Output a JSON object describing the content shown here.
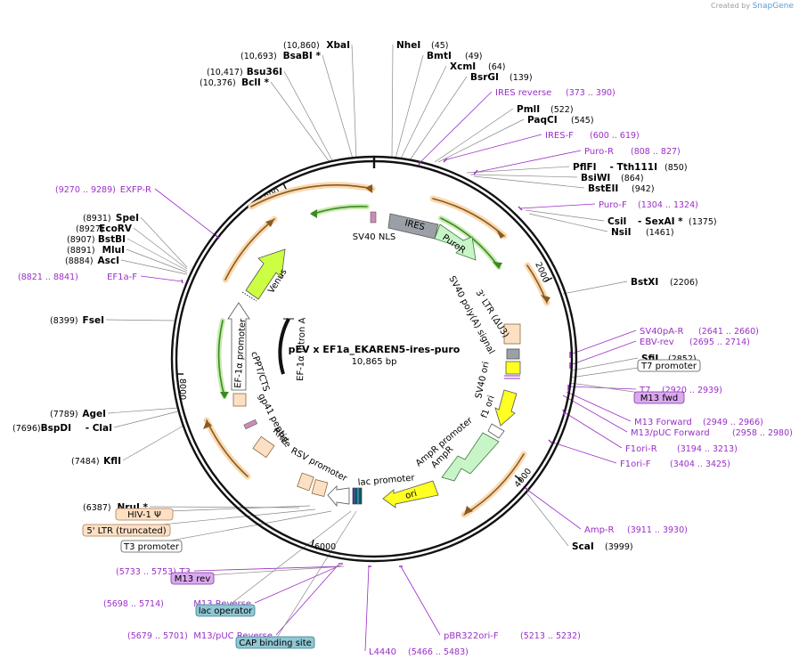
{
  "credit": {
    "prefix": "Created by",
    "brand": "SnapGene"
  },
  "plasmid": {
    "name": "pEV x EF1a_EKAREN5-ires-puro",
    "size": "10,865 bp"
  },
  "ticks": [
    "2000",
    "4000",
    "6000",
    "8000",
    "10,000"
  ],
  "sites_right": [
    {
      "name": "NheI",
      "pos": "(45)"
    },
    {
      "name": "BmtI",
      "pos": "(49)"
    },
    {
      "name": "XcmI",
      "pos": "(64)"
    },
    {
      "name": "BsrGI",
      "pos": "(139)"
    },
    {
      "name": "PmlI",
      "pos": "(522)"
    },
    {
      "name": "PaqCI",
      "pos": "(545)"
    },
    {
      "name": "PflFI",
      "name2": "- Tth111I",
      "pos": "(850)"
    },
    {
      "name": "BsiWI",
      "pos": "(864)"
    },
    {
      "name": "BstEII",
      "pos": "(942)"
    },
    {
      "name": "CsiI",
      "name2": "- SexAI *",
      "pos": "(1375)"
    },
    {
      "name": "NsiI",
      "pos": "(1461)"
    },
    {
      "name": "BstXI",
      "pos": "(2206)"
    },
    {
      "name": "SfiI",
      "pos": "(2852)"
    },
    {
      "name": "ScaI",
      "pos": "(3999)"
    }
  ],
  "sites_left": [
    {
      "name": "XbaI",
      "pos": "(10,860)"
    },
    {
      "name": "BsaBI *",
      "pos": "(10,693)"
    },
    {
      "name": "Bsu36I",
      "pos": "(10,417)"
    },
    {
      "name": "BclI *",
      "pos": "(10,376)"
    },
    {
      "name": "SpeI",
      "pos": "(8931)"
    },
    {
      "name": "EcoRV",
      "pos": "(8927)"
    },
    {
      "name": "BstBI",
      "pos": "(8907)"
    },
    {
      "name": "MluI",
      "pos": "(8891)"
    },
    {
      "name": "AscI",
      "pos": "(8884)"
    },
    {
      "name": "FseI",
      "pos": "(8399)"
    },
    {
      "name": "AgeI",
      "pos": "(7789)"
    },
    {
      "name": "BspDI",
      "name2": "- ClaI",
      "pos": "(7696)"
    },
    {
      "name": "KflI",
      "pos": "(7484)"
    },
    {
      "name": "NruI *",
      "pos": "(6387)"
    }
  ],
  "primers": [
    {
      "name": "IRES reverse",
      "range": "(373 .. 390)"
    },
    {
      "name": "IRES-F",
      "range": "(600 .. 619)"
    },
    {
      "name": "Puro-R",
      "range": "(808 .. 827)"
    },
    {
      "name": "Puro-F",
      "range": "(1304 .. 1324)"
    },
    {
      "name": "SV40pA-R",
      "range": "(2641 .. 2660)"
    },
    {
      "name": "EBV-rev",
      "range": "(2695 .. 2714)"
    },
    {
      "name": "T7",
      "range": "(2920 .. 2939)"
    },
    {
      "name": "M13 Forward",
      "range": "(2949 .. 2966)"
    },
    {
      "name": "M13/pUC Forward",
      "range": "(2958 .. 2980)"
    },
    {
      "name": "F1ori-R",
      "range": "(3194 .. 3213)"
    },
    {
      "name": "F1ori-F",
      "range": "(3404 .. 3425)"
    },
    {
      "name": "Amp-R",
      "range": "(3911 .. 3930)"
    },
    {
      "name": "pBR322ori-F",
      "range": "(5213 .. 5232)"
    },
    {
      "name": "L4440",
      "range": "(5466 .. 5483)"
    },
    {
      "name": "M13/pUC Reverse",
      "range": "(5679 .. 5701)"
    },
    {
      "name": "M13 Reverse",
      "range": "(5698 .. 5714)"
    },
    {
      "name": "T3",
      "range": "(5733 .. 5753)"
    },
    {
      "name": "EF1a-F",
      "range": "(8821 .. 8841)"
    },
    {
      "name": "EXFP-R",
      "range": "(9270 .. 9289)"
    }
  ],
  "boxed_labels": [
    {
      "text": "T7 promoter",
      "fill": "#ffffff",
      "stroke": "#555555"
    },
    {
      "text": "M13 fwd",
      "fill": "#dba8f0",
      "stroke": "#7a3a9a"
    },
    {
      "text": "HIV-1 Ψ",
      "fill": "#fde0c4",
      "stroke": "#b07a50"
    },
    {
      "text": "5' LTR (truncated)",
      "fill": "#fde0c4",
      "stroke": "#b07a50"
    },
    {
      "text": "T3 promoter",
      "fill": "#ffffff",
      "stroke": "#555555"
    },
    {
      "text": "M13 rev",
      "fill": "#dba8f0",
      "stroke": "#7a3a9a"
    },
    {
      "text": "lac operator",
      "fill": "#8fc7d4",
      "stroke": "#3a7a8a"
    },
    {
      "text": "CAP binding site",
      "fill": "#8fc7d4",
      "stroke": "#3a7a8a"
    }
  ],
  "features": [
    {
      "text": "SV40 NLS"
    },
    {
      "text": "IRES"
    },
    {
      "text": "PuroR"
    },
    {
      "text": "3' LTR (ΔU3)"
    },
    {
      "text": "SV40 poly(A) signal"
    },
    {
      "text": "SV40 ori"
    },
    {
      "text": "f1 ori"
    },
    {
      "text": "AmpR promoter"
    },
    {
      "text": "AmpR"
    },
    {
      "text": "ori"
    },
    {
      "text": "lac promoter"
    },
    {
      "text": "RSV promoter"
    },
    {
      "text": "RRE"
    },
    {
      "text": "gp41 peptide"
    },
    {
      "text": "cPPT/CTS"
    },
    {
      "text": "EF-1α promoter"
    },
    {
      "text": "EF-1α intron A"
    },
    {
      "text": "Venus"
    }
  ],
  "colors": {
    "backbone": "#111111",
    "primer": "#9a2fc7",
    "orange_feature": "#f5c48a",
    "green_feature": "#76c043",
    "yellow_feature": "#ffff22",
    "light_green": "#c8f5c8"
  }
}
